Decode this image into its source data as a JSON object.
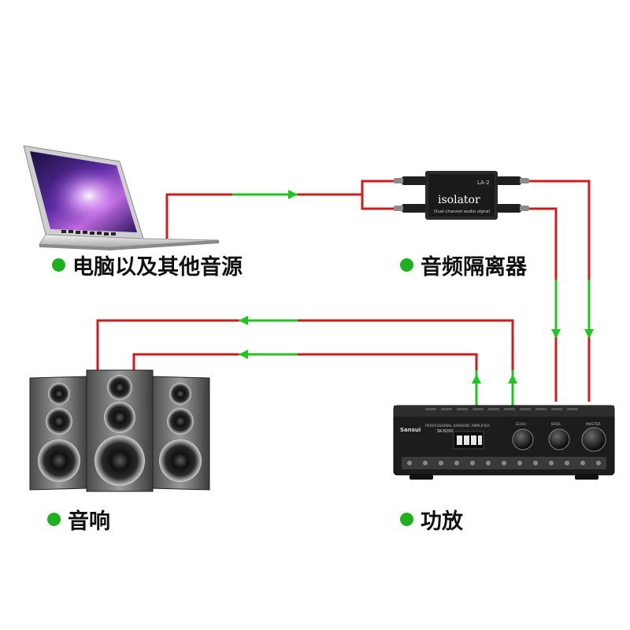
{
  "labels": {
    "computer": "电脑以及其他音源",
    "isolator": "音频隔离器",
    "speakers": "音响",
    "amplifier": "功放"
  },
  "isolator_device": {
    "brand": "isolator",
    "model": "LA-2",
    "caption": "Dual channel audio signal"
  },
  "amplifier_device": {
    "brand": "Sansui",
    "model": "SK-8200",
    "title": "PROFESSIONAL KARAOKE AMPLIFIER",
    "knob_labels": [
      "ECHO",
      "BASS",
      "MASTER"
    ]
  },
  "colors": {
    "wire_red": "#d21a1a",
    "wire_green": "#22c422",
    "bullet_green": "#1fb01f"
  }
}
